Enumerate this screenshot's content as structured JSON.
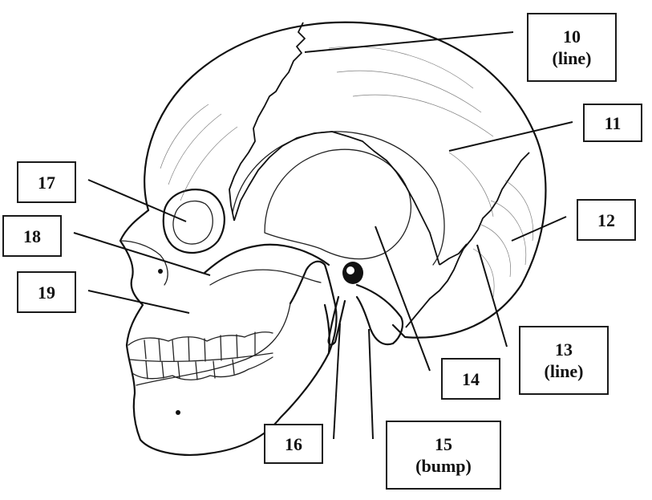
{
  "labels": [
    {
      "id": "10",
      "lines": [
        "10",
        "(line)"
      ]
    },
    {
      "id": "11",
      "lines": [
        "11"
      ]
    },
    {
      "id": "12",
      "lines": [
        "12"
      ]
    },
    {
      "id": "13",
      "lines": [
        "13",
        "(line)"
      ]
    },
    {
      "id": "14",
      "lines": [
        "14"
      ]
    },
    {
      "id": "15",
      "lines": [
        "15",
        "(bump)"
      ]
    },
    {
      "id": "16",
      "lines": [
        "16"
      ]
    },
    {
      "id": "17",
      "lines": [
        "17"
      ]
    },
    {
      "id": "18",
      "lines": [
        "18"
      ]
    },
    {
      "id": "19",
      "lines": [
        "19"
      ]
    }
  ]
}
